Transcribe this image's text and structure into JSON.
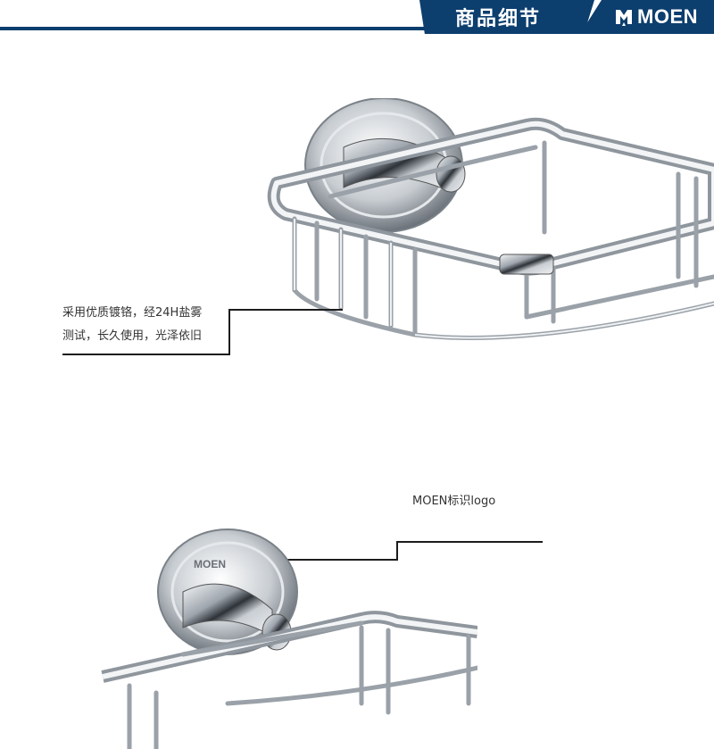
{
  "header": {
    "title": "商品细节",
    "brand": "MOEN",
    "colors": {
      "band": "#0c3e6e",
      "text": "#ffffff"
    }
  },
  "callouts": {
    "plating_line1": "采用优质镀铬，经24H盐雾",
    "plating_line2": "测试，长久使用，光泽依旧",
    "logo_note": "MOEN标识logo"
  },
  "product_images": {
    "top": {
      "icon": "soap-basket-closeup"
    },
    "bottom": {
      "icon": "soap-basket-logo-closeup",
      "embossed_logo": "MOEN"
    }
  }
}
